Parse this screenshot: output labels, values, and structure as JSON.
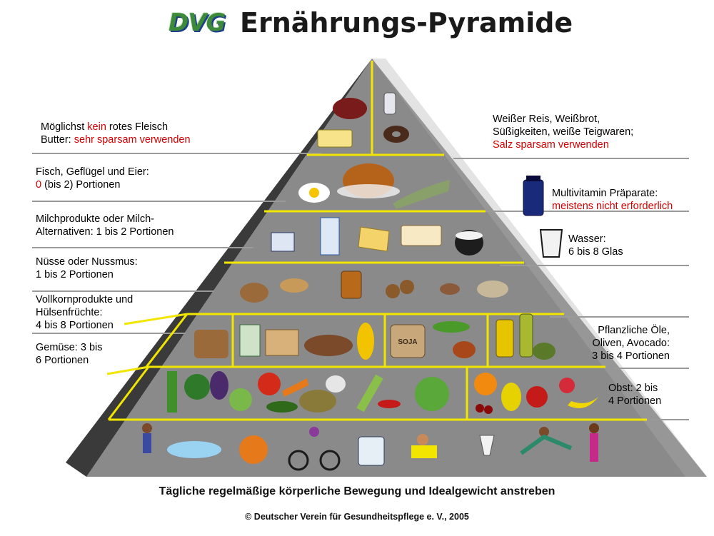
{
  "header": {
    "logo": "DVG",
    "title": "Ernährungs-Pyramide"
  },
  "levels": {
    "top_left": {
      "line1_prefix": "Möglichst ",
      "line1_red": "kein",
      "line1_suffix": " rotes Fleisch",
      "line2_prefix": "Butter: ",
      "line2_red": "sehr sparsam verwenden"
    },
    "top_right": {
      "line1": "Weißer Reis, Weißbrot,",
      "line2": "Süßigkeiten, weiße Teigwaren;",
      "line3_red": "Salz sparsam verwenden"
    },
    "fish": {
      "line1": "Fisch, Geflügel und Eier:",
      "line2_red": "0",
      "line2_suffix": " (bis 2) Portionen"
    },
    "vitamin": {
      "line1": "Multivitamin Präparate:",
      "line2_red": "meistens nicht erforderlich"
    },
    "dairy": {
      "line1": "Milchprodukte oder Milch-",
      "line2": "Alternativen: 1 bis 2 Portionen"
    },
    "water": {
      "line1": "Wasser:",
      "line2": "6 bis 8 Glas"
    },
    "nuts": {
      "line1": "Nüsse oder Nussmus:",
      "line2": "1 bis 2 Portionen"
    },
    "grains": {
      "line1": "Vollkornprodukte und",
      "line2": "Hülsenfrüchte:",
      "line3": "4 bis 8 Portionen"
    },
    "oils": {
      "line1": "Pflanzliche Öle,",
      "line2": "Oliven, Avocado:",
      "line3": "3 bis 4 Portionen"
    },
    "veg": {
      "line1": "Gemüse: 3 bis",
      "line2": "6 Portionen"
    },
    "fruit": {
      "line1": "Obst: 2 bis",
      "line2": "4 Portionen"
    }
  },
  "foods": {
    "soja_label": "SOJA"
  },
  "footer": {
    "main": "Tägliche regelmäßige körperliche Bewegung und Idealgewicht anstreben",
    "copyright": "© Deutscher Verein für Gesundheitspflege e. V., 2005"
  },
  "colors": {
    "pyramid_face": "#8a8a8a",
    "pyramid_side": "#3a3a3a",
    "divider": "#f2e600",
    "accent_red": "#d40000",
    "logo_green": "#3c8a3a"
  }
}
